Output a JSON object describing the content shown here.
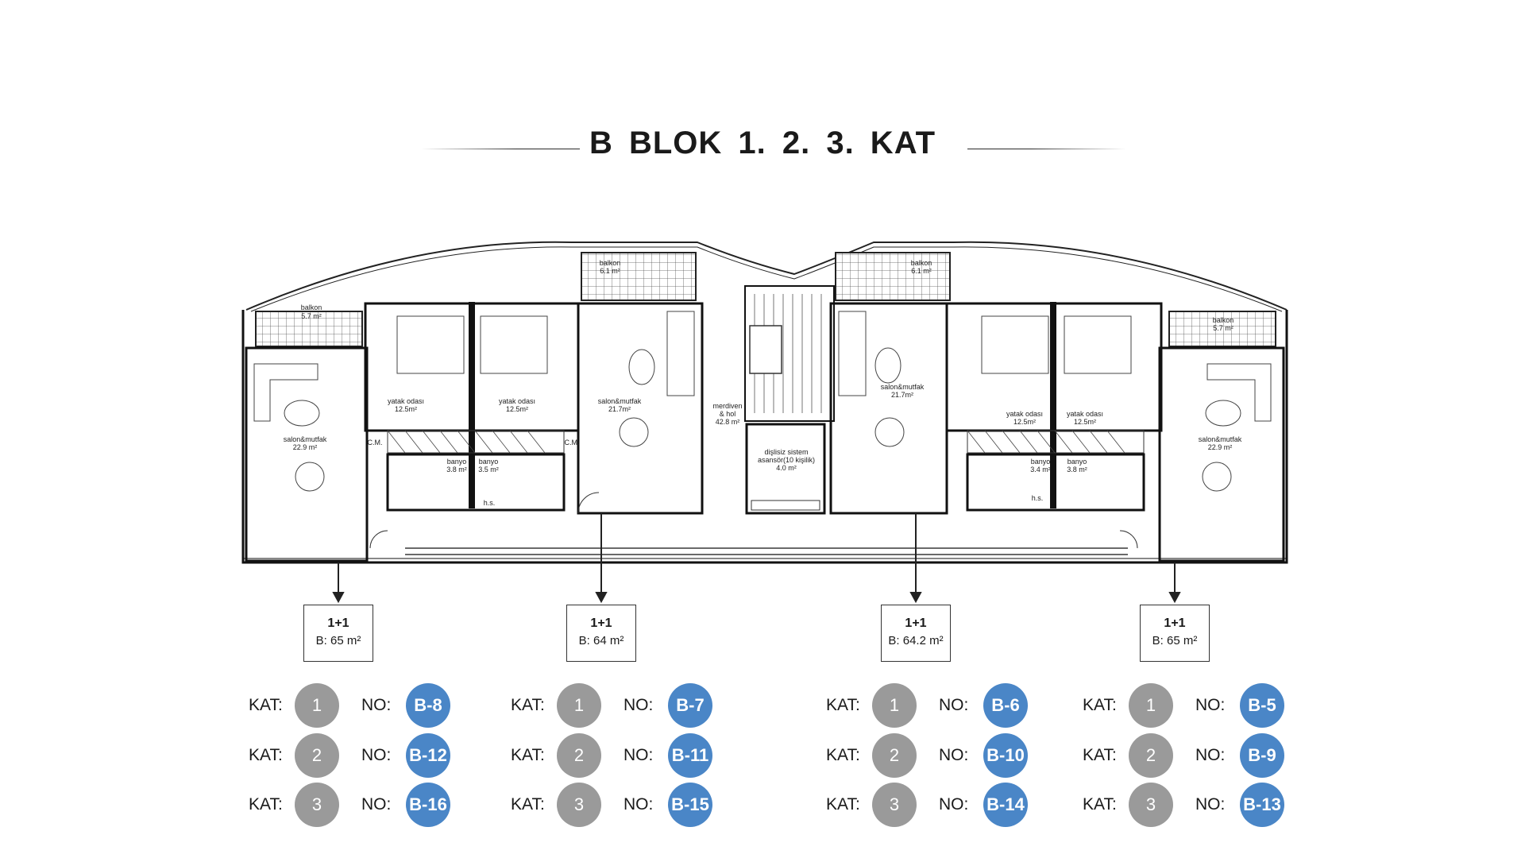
{
  "title": "B BLOK 1.  2.  3.  KAT",
  "colors": {
    "floor_badge": "#9a9a9a",
    "unit_badge": "#4a86c7",
    "wall": "#1a1a1a"
  },
  "plan": {
    "rooms": {
      "balkon_a": "balkon",
      "balkon_a_area": "5.7 m²",
      "salon_a": "salon&mutfak",
      "salon_a_area": "22.9 m²",
      "yatak_a": "yatak odası",
      "yatak_a_area": "12.5m²",
      "yatak_b": "yatak odası",
      "yatak_b_area": "12.5m²",
      "banyo_a": "banyo",
      "banyo_a_area": "3.8 m²",
      "banyo_b": "banyo",
      "banyo_b_area": "3.5 m²",
      "balkon_b": "balkon",
      "balkon_b_area": "6.1 m²",
      "salon_b": "salon&mutfak",
      "salon_b_area": "21.7m²",
      "merdiven": "merdiven",
      "merdiven_2": "& hol",
      "merdiven_area": "42.8 m²",
      "asansor": "dişlisiz sistem",
      "asansor_2": "asansör(10 kişilik)",
      "asansor_area": "4.0 m²",
      "balkon_c": "balkon",
      "balkon_c_area": "6.1 m²",
      "salon_c": "salon&mutfak",
      "salon_c_area": "21.7m²",
      "yatak_c": "yatak odası",
      "yatak_c_area": "12.5m²",
      "yatak_d": "yatak odası",
      "yatak_d_area": "12.5m²",
      "banyo_c": "banyo",
      "banyo_c_area": "3.4 m²",
      "banyo_d": "banyo",
      "banyo_d_area": "3.8 m²",
      "balkon_d": "balkon",
      "balkon_d_area": "5.7 m²",
      "salon_d": "salon&mutfak",
      "salon_d_area": "22.9 m²",
      "cm_a": "C.M.",
      "cm_b": "C.M.",
      "hs_a": "h.s.",
      "hs_b": "h.s."
    }
  },
  "units": [
    {
      "type": "1+1",
      "area": "B: 65 m²",
      "rows": [
        {
          "kat_label": "KAT:",
          "kat": "1",
          "no_label": "NO:",
          "no": "B-8"
        },
        {
          "kat_label": "KAT:",
          "kat": "2",
          "no_label": "NO:",
          "no": "B-12"
        },
        {
          "kat_label": "KAT:",
          "kat": "3",
          "no_label": "NO:",
          "no": "B-16"
        }
      ]
    },
    {
      "type": "1+1",
      "area": "B: 64 m²",
      "rows": [
        {
          "kat_label": "KAT:",
          "kat": "1",
          "no_label": "NO:",
          "no": "B-7"
        },
        {
          "kat_label": "KAT:",
          "kat": "2",
          "no_label": "NO:",
          "no": "B-11"
        },
        {
          "kat_label": "KAT:",
          "kat": "3",
          "no_label": "NO:",
          "no": "B-15"
        }
      ]
    },
    {
      "type": "1+1",
      "area": "B: 64.2 m²",
      "rows": [
        {
          "kat_label": "KAT:",
          "kat": "1",
          "no_label": "NO:",
          "no": "B-6"
        },
        {
          "kat_label": "KAT:",
          "kat": "2",
          "no_label": "NO:",
          "no": "B-10"
        },
        {
          "kat_label": "KAT:",
          "kat": "3",
          "no_label": "NO:",
          "no": "B-14"
        }
      ]
    },
    {
      "type": "1+1",
      "area": "B: 65 m²",
      "rows": [
        {
          "kat_label": "KAT:",
          "kat": "1",
          "no_label": "NO:",
          "no": "B-5"
        },
        {
          "kat_label": "KAT:",
          "kat": "2",
          "no_label": "NO:",
          "no": "B-9"
        },
        {
          "kat_label": "KAT:",
          "kat": "3",
          "no_label": "NO:",
          "no": "B-13"
        }
      ]
    }
  ]
}
